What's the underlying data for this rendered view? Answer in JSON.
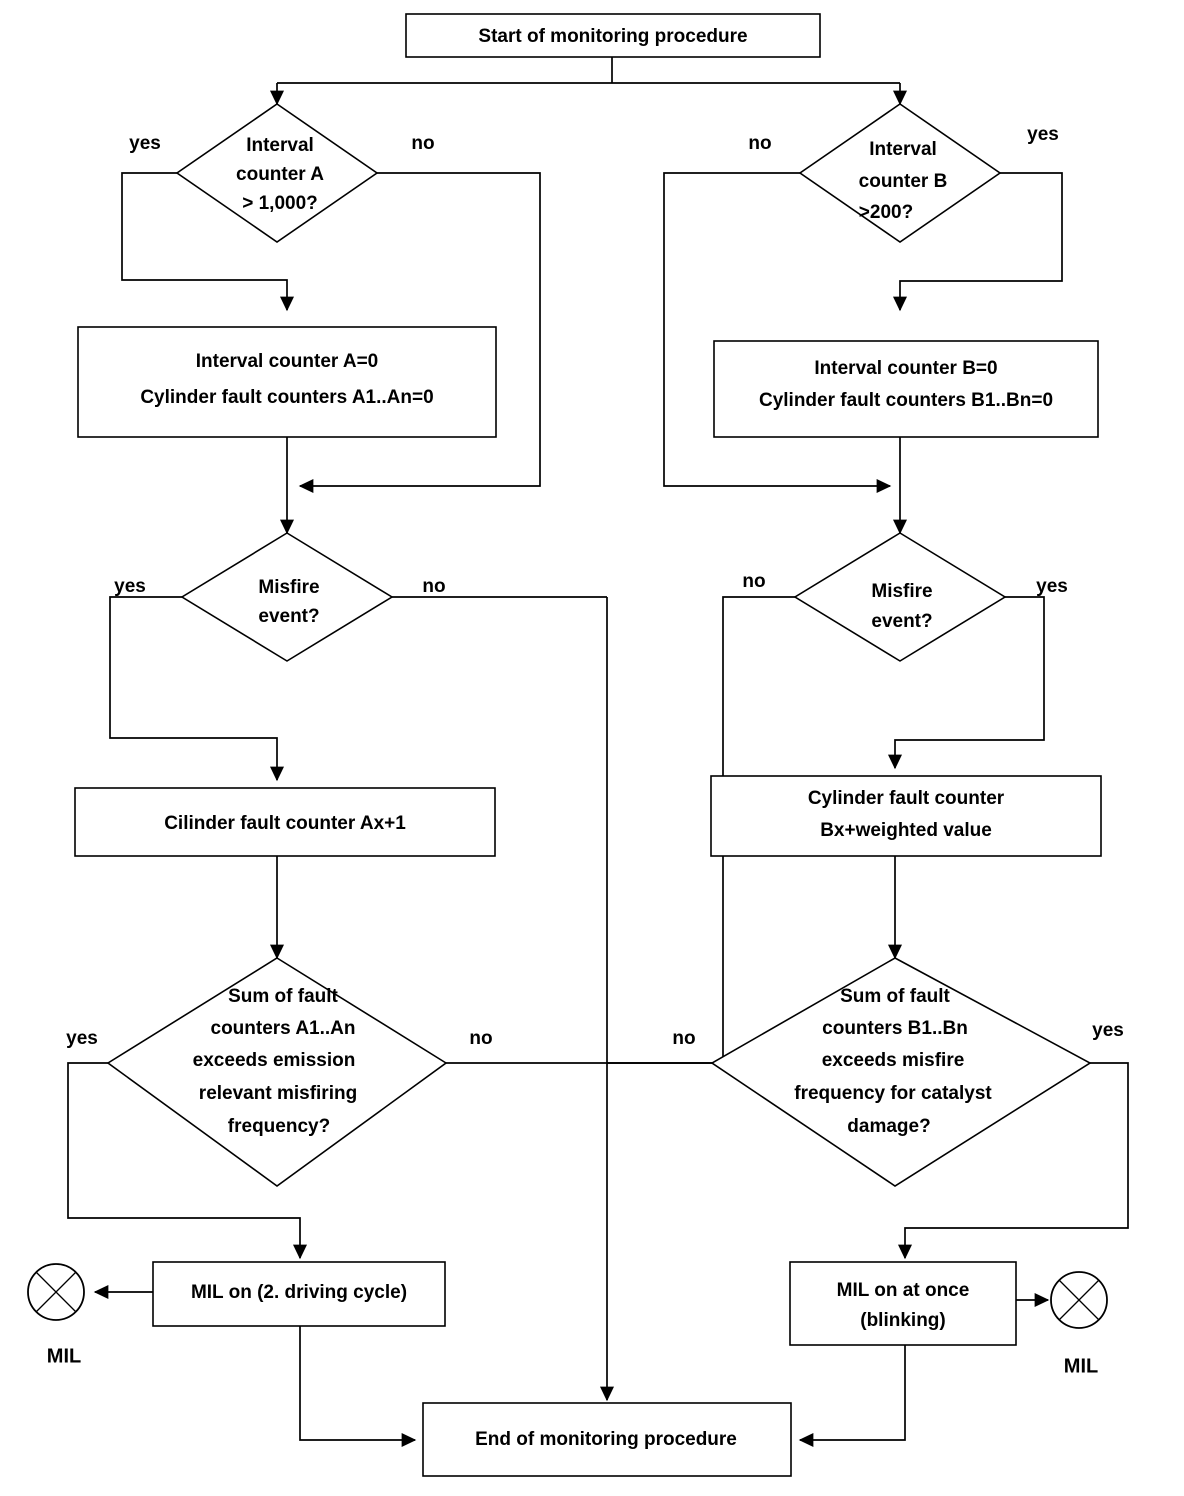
{
  "diagram": {
    "title": "Misfire monitoring procedure flowchart",
    "line_color": "#000000",
    "fill_color": "#ffffff",
    "text_color": "#000000"
  },
  "nodes": {
    "start": {
      "label": "Start of monitoring procedure"
    },
    "decision_interval_a": {
      "line1": "Interval",
      "line2": "counter A",
      "line3": "> 1,000?"
    },
    "decision_interval_b": {
      "line1": "Interval",
      "line2": "counter B",
      "line3": ">200?"
    },
    "reset_a": {
      "line1": "Interval counter A=0",
      "line2": "Cylinder fault counters A1..An=0"
    },
    "reset_b": {
      "line1": "Interval counter B=0",
      "line2": "Cylinder fault counters B1..Bn=0"
    },
    "misfire_a": {
      "line1": "Misfire",
      "line2": "event?"
    },
    "misfire_b": {
      "line1": "Misfire",
      "line2": "event?"
    },
    "counter_a_inc": {
      "line1": "Cilinder fault counter Ax+1"
    },
    "counter_b_inc": {
      "line1": "Cylinder fault counter",
      "line2": "Bx+weighted value"
    },
    "sum_a": {
      "line1": "Sum of  fault",
      "line2": "counters A1..An",
      "line3": "exceeds emission",
      "line4": "relevant misfiring",
      "line5": "frequency?"
    },
    "sum_b": {
      "line1": "Sum of  fault",
      "line2": "counters B1..Bn",
      "line3": "exceeds misfire",
      "line4": "frequency for catalyst",
      "line5": "damage?"
    },
    "mil_a": {
      "line1": "MIL on (2. driving cycle)"
    },
    "mil_b": {
      "line1": "MIL on at once",
      "line2": "(blinking)"
    },
    "end": {
      "label": "End of monitoring procedure"
    },
    "lamp_left": {
      "label": "MIL"
    },
    "lamp_right": {
      "label": "MIL"
    }
  },
  "branch_labels": {
    "interval_a_yes": "yes",
    "interval_a_no": "no",
    "interval_b_no": "no",
    "interval_b_yes": "yes",
    "misfire_a_yes": "yes",
    "misfire_a_no": "no",
    "misfire_b_no": "no",
    "misfire_b_yes": "yes",
    "sum_a_yes": "yes",
    "sum_a_no": "no",
    "sum_b_no": "no",
    "sum_b_yes": "yes"
  }
}
